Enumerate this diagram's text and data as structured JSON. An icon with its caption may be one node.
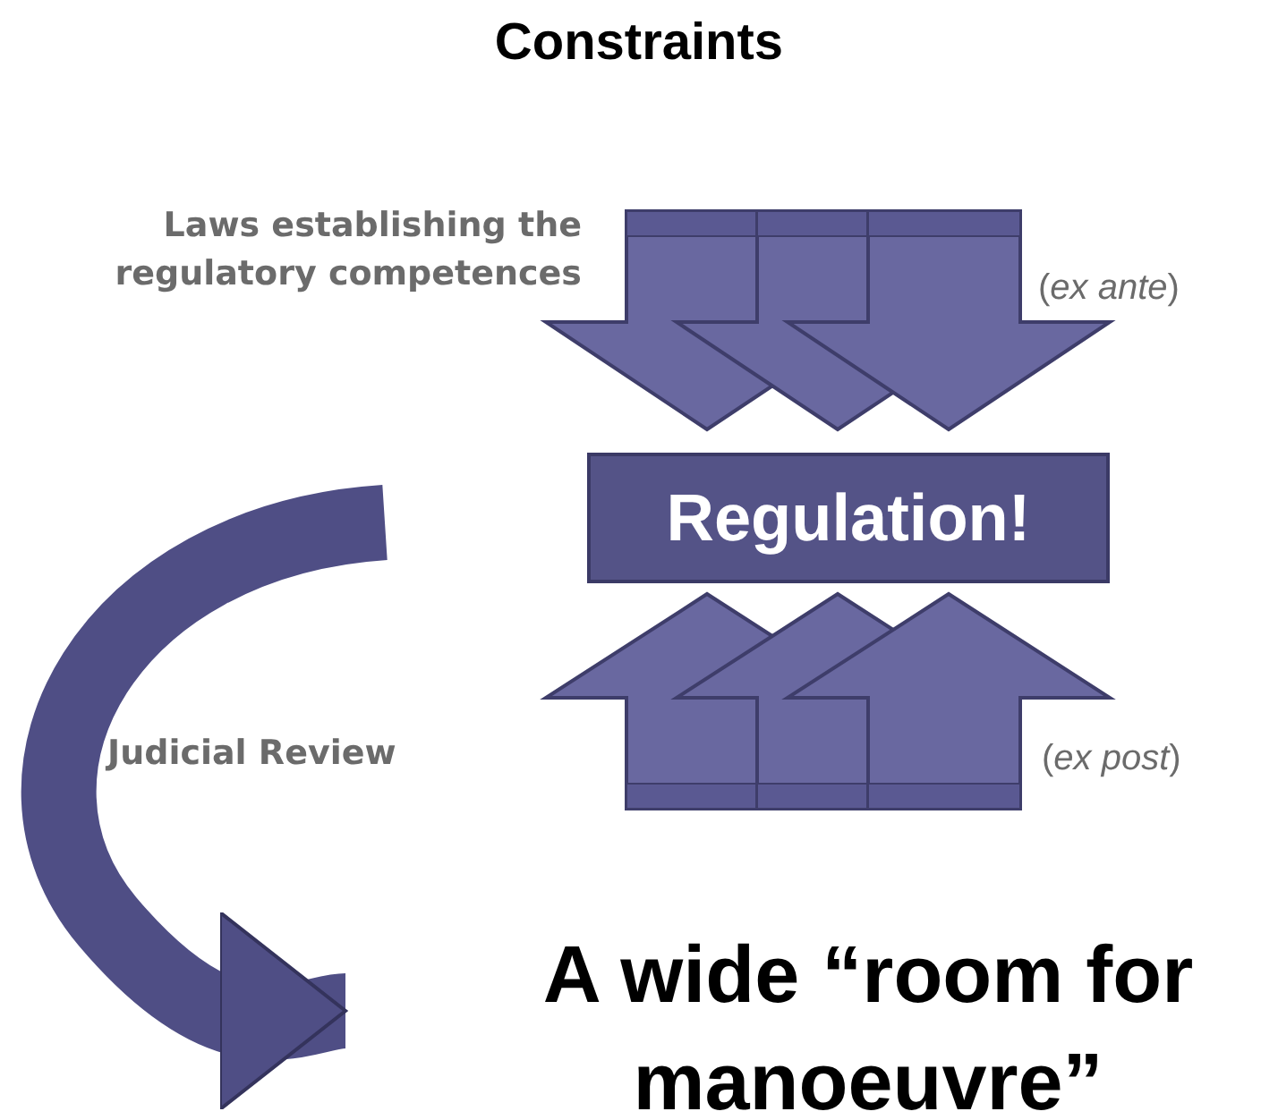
{
  "diagram": {
    "title": "Constraints",
    "nodes": [
      {
        "text": [
          "Regulation!"
        ]
      },
      {
        "text": [
          "A wide “room for manoeuvre”"
        ]
      }
    ],
    "edges": [
      {
        "from": null,
        "to": 1,
        "arrow": "to"
      }
    ],
    "labels": [
      "Laws establishing the regulatory competences",
      "(*ex ante*)",
      "Judicial Review",
      "(*ex post*)"
    ]
  }
}
